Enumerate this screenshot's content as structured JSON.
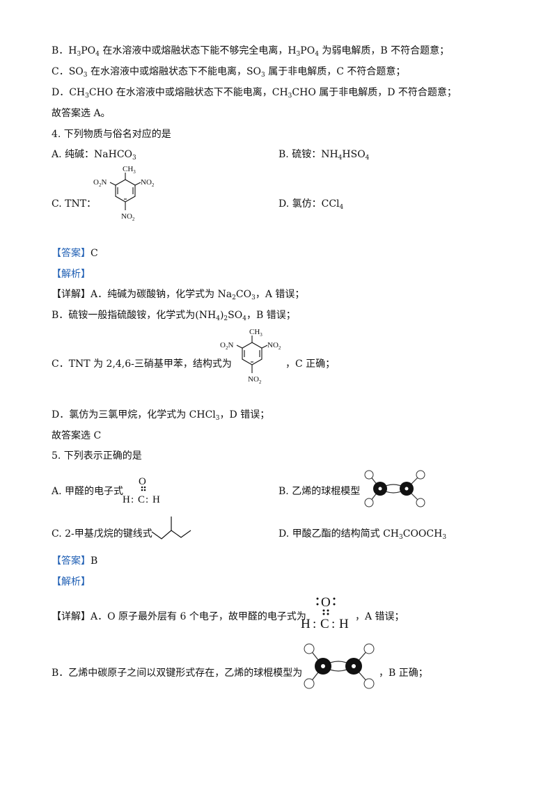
{
  "q3": {
    "B": {
      "p1": "B．H",
      "s1": "3",
      "p2": "PO",
      "s2": "4",
      "p3": " 在水溶液中或熔融状态下能不够完全电离，H",
      "s3": "3",
      "p4": "PO",
      "s4": "4",
      "p5": " 为弱电解质，B 不符合题意；"
    },
    "C": {
      "p1": "C．SO",
      "s1": "3",
      "p2": " 在水溶液中或熔融状态下不能电离，SO",
      "s2": "3",
      "p3": " 属于非电解质，C 不符合题意；"
    },
    "D": {
      "p1": "D．CH",
      "s1": "3",
      "p2": "CHO 在水溶液中或熔融状态下不能电离，CH",
      "s2": "3",
      "p3": "CHO 属于非电解质，D 不符合题意；"
    },
    "conclusion": "故答案选 A。"
  },
  "q4": {
    "stem": "4. 下列物质与俗名对应的是",
    "A": {
      "p1": "A. 纯碱：NaHCO",
      "s1": "3"
    },
    "B": {
      "p1": "B. 硫铵：NH",
      "s1": "4",
      "p2": "HSO",
      "s2": "4"
    },
    "C": {
      "label": "C. TNT："
    },
    "D": {
      "p1": "D. 氯仿：CCl",
      "s1": "4"
    },
    "answer_tag": "【答案】",
    "answer": "C",
    "analysis_tag": "【解析】",
    "detail_tag": "【详解】",
    "dA": {
      "p1": "A．纯碱为碳酸钠，化学式为 Na",
      "s1": "2",
      "p2": "CO",
      "s2": "3",
      "p3": "，A 错误；"
    },
    "dB": {
      "p1": "B．硫铵一般指硫酸铵，化学式为(NH",
      "s1": "4",
      "p2": ")",
      "s2": "2",
      "p3": "SO",
      "s3": "4",
      "p4": "，B 错误；"
    },
    "dC": {
      "p1": "C．TNT 为 2,4,6-三硝基甲苯，结构式为",
      "p2": "，C 正确；"
    },
    "dD": {
      "p1": "D．氯仿为三氯甲烷，化学式为 CHCl",
      "s1": "3",
      "p2": "，D 错误；"
    },
    "conclusion": "故答案选 C"
  },
  "tnt": {
    "methyl": "CH",
    "methyl_sub": "3",
    "nitro": "NO",
    "nitro_sub": "2",
    "o2n": "O",
    "o2n_sub": "2",
    "o2n_n": "N"
  },
  "q5": {
    "stem": "5. 下列表示正确的是",
    "A": "A. 甲醛的电子式",
    "B": "B. 乙烯的球棍模型",
    "C": "C. 2-甲基戊烷的键线式",
    "D": {
      "p1": "D. 甲酸乙酯的结构简式 CH",
      "s1": "3",
      "p2": "COOCH",
      "s2": "3"
    },
    "answer_tag": "【答案】",
    "answer": "B",
    "analysis_tag": "【解析】",
    "detail_tag": "【详解】",
    "dA": {
      "p1": "A．O 原子最外层有 6 个电子，故甲醛的电子式为",
      "p2": "，A 错误；"
    },
    "dB": {
      "p1": "B．乙烯中碳原子之间以双键形式存在，乙烯的球棍模型为",
      "p2": "，B 正确；"
    }
  },
  "lewis": {
    "O": "O",
    "C": "C",
    "H": "H",
    "colon": ":"
  }
}
